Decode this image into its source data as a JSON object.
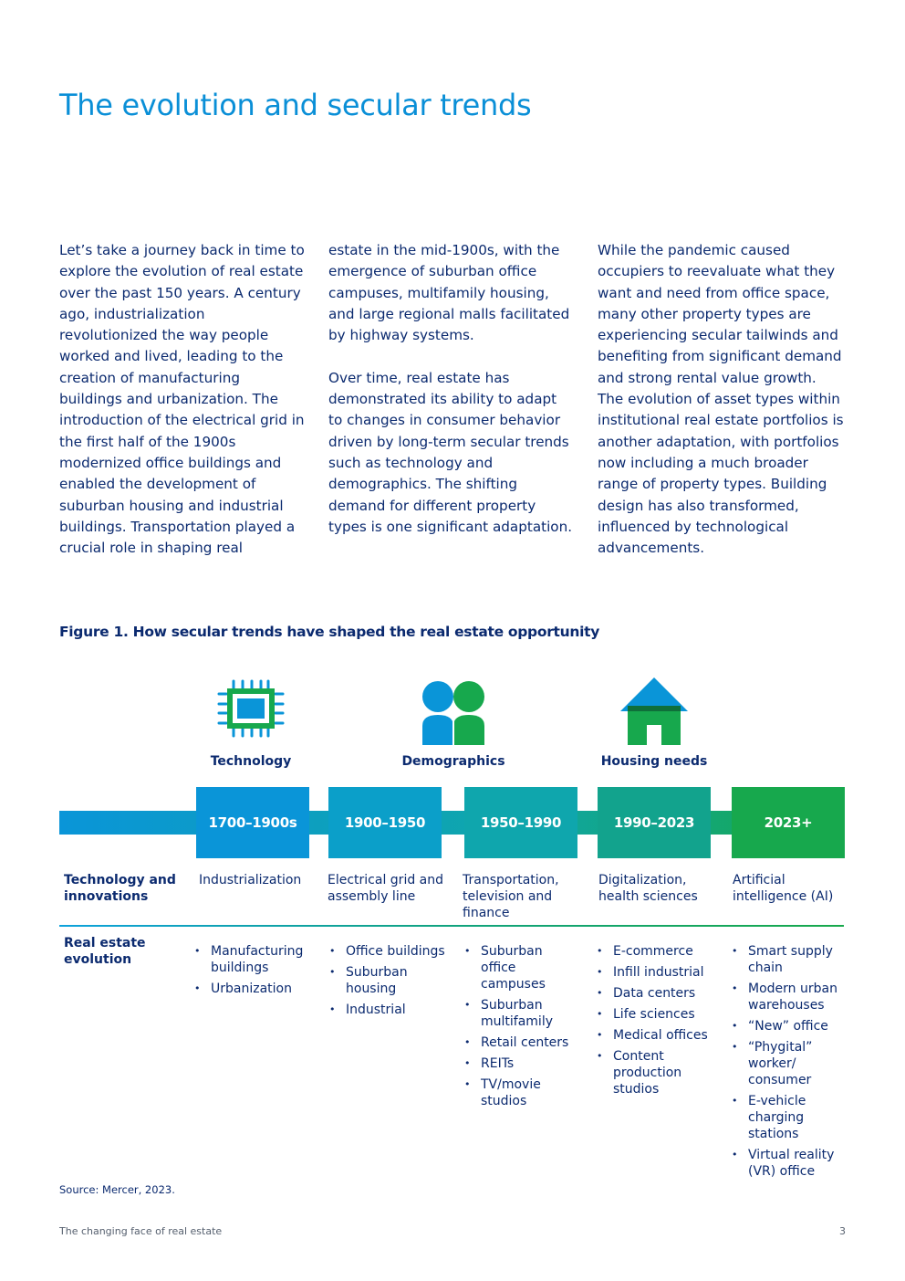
{
  "title": "The evolution and secular trends",
  "body": {
    "col1": "Let’s take a journey back in time to explore the evolution of real estate over the past 150 years. A century ago, industrialization revolutionized the way people worked and lived, leading to the creation of manufacturing buildings and urbanization. The introduction of the electrical grid in the first half of the 1900s modernized office buildings and enabled the development of suburban housing and industrial buildings. Transportation played a crucial role in shaping real",
    "col2a": "estate in the mid-1900s, with the emergence of suburban office campuses, multifamily housing, and large regional malls facilitated by highway systems.",
    "col2b": "Over time, real estate has demonstrated its ability to adapt to changes in consumer behavior driven by long-term secular trends such as technology and demographics. The shifting demand for different property types is one significant adaptation.",
    "col3": "While the pandemic caused occupiers to reevaluate what they want and need from office space, many other property types are experiencing secular tailwinds and benefiting from significant demand and strong rental value growth. The evolution of asset types within institutional real estate portfolios is another adaptation, with portfolios now including a much broader range of property types. Building design has also transformed, influenced by technological advancements."
  },
  "figure": {
    "title": "Figure 1. How secular trends have shaped the real estate opportunity",
    "icons": [
      {
        "label": "Technology",
        "icon": "microchip-icon"
      },
      {
        "label": "Demographics",
        "icon": "people-icon"
      },
      {
        "label": "Housing needs",
        "icon": "house-icon"
      }
    ],
    "eras": [
      "1700–1900s",
      "1900–1950",
      "1950–1990",
      "1990–2023",
      "2023+"
    ],
    "era_colors": [
      "#0a95d8",
      "#0b9fc9",
      "#0fa6ad",
      "#12a38d",
      "#17a84d"
    ],
    "row1_header": "Technology and innovations",
    "tech": [
      "Industrialization",
      "Electrical grid and assembly line",
      "Transportation, television and finance",
      "Digitalization, health sciences",
      "Artificial intelligence (AI)"
    ],
    "row2_header": "Real estate evolution",
    "evolution": [
      [
        "Manufacturing buildings",
        "Urbanization"
      ],
      [
        "Office buildings",
        "Suburban housing",
        "Industrial"
      ],
      [
        "Suburban office campuses",
        "Suburban multifamily",
        "Retail centers",
        "REITs",
        "TV/movie studios"
      ],
      [
        "E-commerce",
        "Infill industrial",
        "Data centers",
        "Life sciences",
        "Medical offices",
        "Content production studios"
      ],
      [
        "Smart supply chain",
        "Modern urban warehouses",
        "“New” office",
        "“Phygital” worker/ consumer",
        "E-vehicle charging stations",
        "Virtual reality (VR) office"
      ]
    ]
  },
  "source": "Source: Mercer, 2023.",
  "footer": {
    "text": "The changing face of real estate",
    "page": "3"
  },
  "colors": {
    "title_blue": "#0a8fd7",
    "navy": "#0b2a6f",
    "blue": "#0a95d8",
    "green": "#17a84d"
  }
}
